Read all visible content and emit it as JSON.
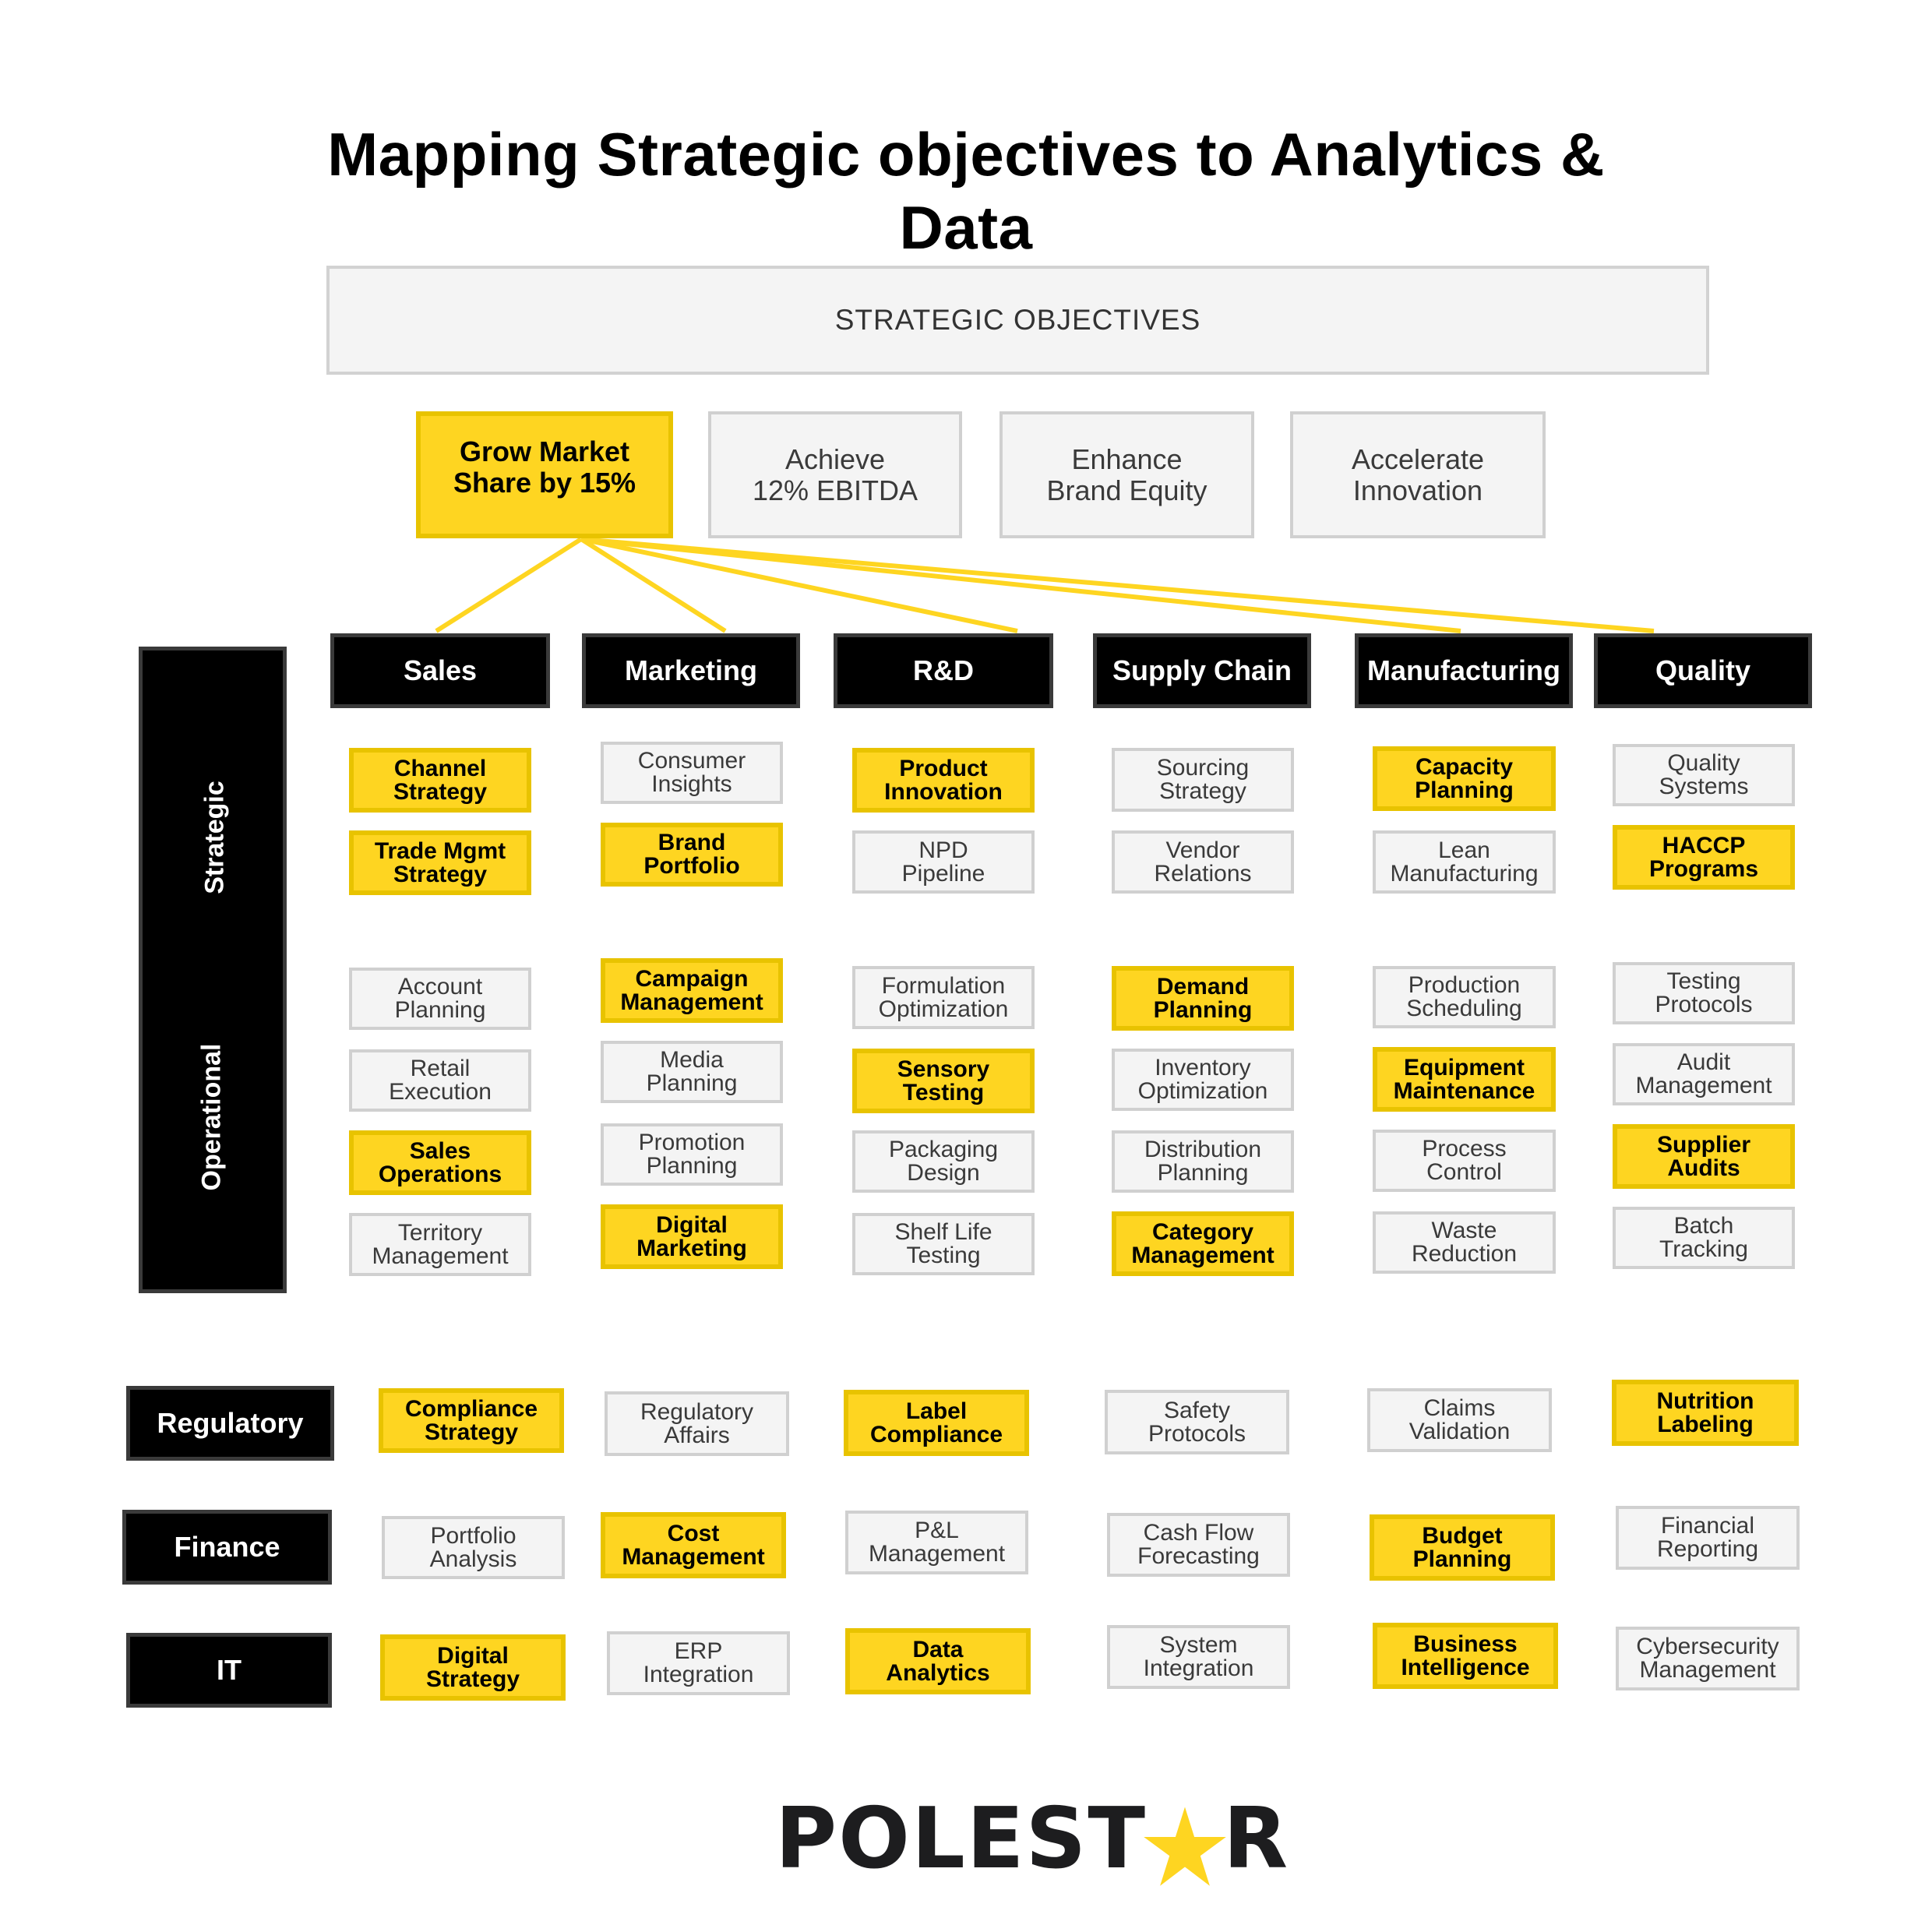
{
  "title": {
    "line1": "Mapping Strategic objectives to Analytics &",
    "line2": "Data"
  },
  "objectives_header": "STRATEGIC OBJECTIVES",
  "objectives": [
    {
      "label": "Grow Market\nShare by 15%",
      "highlighted": true
    },
    {
      "label": "Achieve\n12% EBITDA",
      "highlighted": false
    },
    {
      "label": "Enhance\nBrand Equity",
      "highlighted": false
    },
    {
      "label": "Accelerate\nInnovation",
      "highlighted": false
    }
  ],
  "levels": {
    "strategic": "Strategic",
    "operational": "Operational"
  },
  "departments": [
    {
      "name": "Sales",
      "connected": true,
      "strategic": [
        {
          "label": "Channel\nStrategy",
          "highlighted": true
        },
        {
          "label": "Trade Mgmt\nStrategy",
          "highlighted": true
        }
      ],
      "operational": [
        {
          "label": "Account\nPlanning",
          "highlighted": false
        },
        {
          "label": "Retail\nExecution",
          "highlighted": false
        },
        {
          "label": "Sales\nOperations",
          "highlighted": true
        },
        {
          "label": "Territory\nManagement",
          "highlighted": false
        }
      ]
    },
    {
      "name": "Marketing",
      "connected": true,
      "strategic": [
        {
          "label": "Consumer\nInsights",
          "highlighted": false
        },
        {
          "label": "Brand\nPortfolio",
          "highlighted": true
        }
      ],
      "operational": [
        {
          "label": "Campaign\nManagement",
          "highlighted": true
        },
        {
          "label": "Media\nPlanning",
          "highlighted": false
        },
        {
          "label": "Promotion\nPlanning",
          "highlighted": false
        },
        {
          "label": "Digital\nMarketing",
          "highlighted": true
        }
      ]
    },
    {
      "name": "R&D",
      "connected": true,
      "strategic": [
        {
          "label": "Product\nInnovation",
          "highlighted": true
        },
        {
          "label": "NPD\nPipeline",
          "highlighted": false
        }
      ],
      "operational": [
        {
          "label": "Formulation\nOptimization",
          "highlighted": false
        },
        {
          "label": "Sensory\nTesting",
          "highlighted": true
        },
        {
          "label": "Packaging\nDesign",
          "highlighted": false
        },
        {
          "label": "Shelf Life\nTesting",
          "highlighted": false
        }
      ]
    },
    {
      "name": "Supply Chain",
      "connected": false,
      "strategic": [
        {
          "label": "Sourcing\nStrategy",
          "highlighted": false
        },
        {
          "label": "Vendor\nRelations",
          "highlighted": false
        }
      ],
      "operational": [
        {
          "label": "Demand\nPlanning",
          "highlighted": true
        },
        {
          "label": "Inventory\nOptimization",
          "highlighted": false
        },
        {
          "label": "Distribution\nPlanning",
          "highlighted": false
        },
        {
          "label": "Category\nManagement",
          "highlighted": true
        }
      ]
    },
    {
      "name": "Manufacturing",
      "connected": true,
      "strategic": [
        {
          "label": "Capacity\nPlanning",
          "highlighted": true
        },
        {
          "label": "Lean\nManufacturing",
          "highlighted": false
        }
      ],
      "operational": [
        {
          "label": "Production\nScheduling",
          "highlighted": false
        },
        {
          "label": "Equipment\nMaintenance",
          "highlighted": true
        },
        {
          "label": "Process\nControl",
          "highlighted": false
        },
        {
          "label": "Waste\nReduction",
          "highlighted": false
        }
      ]
    },
    {
      "name": "Quality",
      "connected": true,
      "strategic": [
        {
          "label": "Quality\nSystems",
          "highlighted": false
        },
        {
          "label": "HACCP\nPrograms",
          "highlighted": true
        }
      ],
      "operational": [
        {
          "label": "Testing\nProtocols",
          "highlighted": false
        },
        {
          "label": "Audit\nManagement",
          "highlighted": false
        },
        {
          "label": "Supplier\nAudits",
          "highlighted": true
        },
        {
          "label": "Batch\nTracking",
          "highlighted": false
        }
      ]
    }
  ],
  "functions": [
    {
      "name": "Regulatory",
      "items": [
        {
          "label": "Compliance\nStrategy",
          "highlighted": true
        },
        {
          "label": "Regulatory\nAffairs",
          "highlighted": false
        },
        {
          "label": "Label\nCompliance",
          "highlighted": true
        },
        {
          "label": "Safety\nProtocols",
          "highlighted": false
        },
        {
          "label": "Claims\nValidation",
          "highlighted": false
        },
        {
          "label": "Nutrition\nLabeling",
          "highlighted": true
        }
      ]
    },
    {
      "name": "Finance",
      "items": [
        {
          "label": "Portfolio\nAnalysis",
          "highlighted": false
        },
        {
          "label": "Cost\nManagement",
          "highlighted": true
        },
        {
          "label": "P&L\nManagement",
          "highlighted": false
        },
        {
          "label": "Cash Flow\nForecasting",
          "highlighted": false
        },
        {
          "label": "Budget\nPlanning",
          "highlighted": true
        },
        {
          "label": "Financial\nReporting",
          "highlighted": false
        }
      ]
    },
    {
      "name": "IT",
      "items": [
        {
          "label": "Digital\nStrategy",
          "highlighted": true
        },
        {
          "label": "ERP\nIntegration",
          "highlighted": false
        },
        {
          "label": "Data\nAnalytics",
          "highlighted": true
        },
        {
          "label": "System\nIntegration",
          "highlighted": false
        },
        {
          "label": "Business\nIntelligence",
          "highlighted": true
        },
        {
          "label": "Cybersecurity\nManagement",
          "highlighted": false
        }
      ]
    }
  ],
  "logo": {
    "text_left": "POLEST",
    "text_right": "R",
    "star_icon": "star-icon"
  },
  "colors": {
    "highlight_fill": "#FED521",
    "highlight_border": "#E8C300",
    "neutral_fill": "#F4F4F4",
    "neutral_border": "#D0D0D0",
    "header_fill": "#000000",
    "connector": "#FED521"
  }
}
